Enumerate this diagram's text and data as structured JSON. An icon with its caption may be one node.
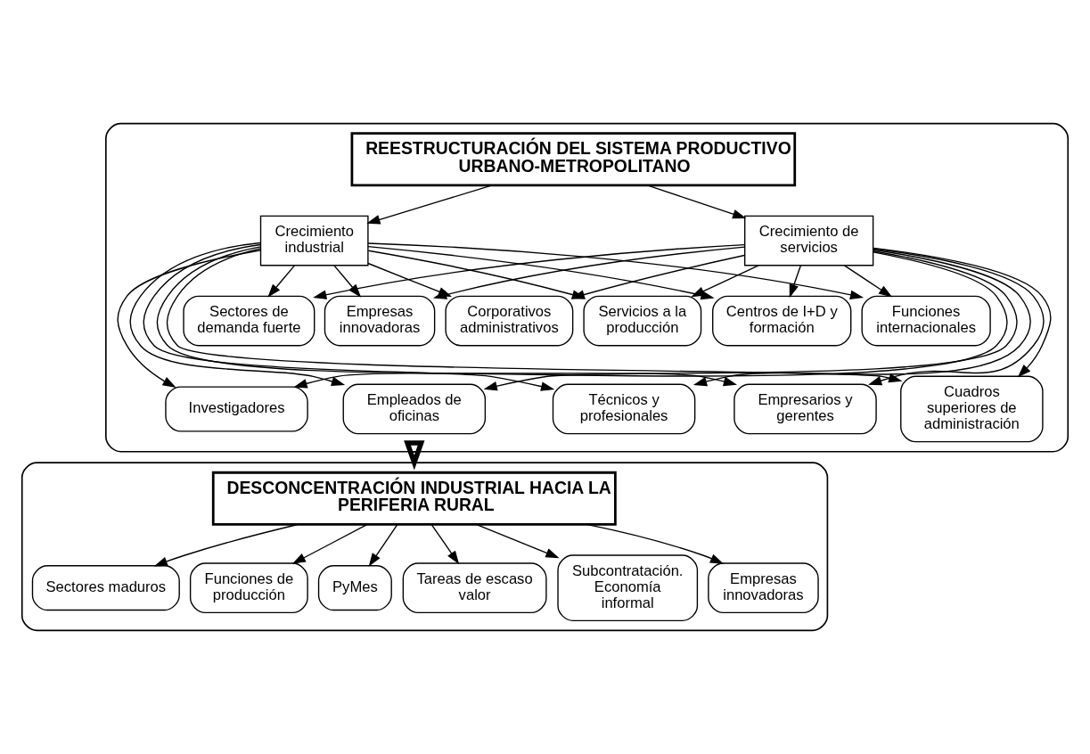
{
  "diagram": {
    "nodes": [
      {
        "text": [],
        "shape": "box"
      },
      {
        "text": [
          "REESTRUCTURACIÓN DEL SISTEMA PRODUCTIVO URBANO-METROPOLITANO"
        ],
        "in": 0
      },
      {
        "text": [
          "Crecimiento industrial"
        ],
        "in": 0
      },
      {
        "text": [
          "Crecimiento de servicios"
        ],
        "in": 0
      },
      {
        "text": [
          "Sectores de demanda fuerte"
        ],
        "in": 0
      },
      {
        "text": [
          "Empresas innovadoras"
        ],
        "in": 0
      },
      {
        "text": [
          "Corporativos administrativos"
        ],
        "in": 0
      },
      {
        "text": [
          "Servicios a la producción"
        ],
        "in": 0
      },
      {
        "text": [
          "Centros de I+D y formación"
        ],
        "in": 0
      },
      {
        "text": [
          "Funciones internacionales"
        ],
        "in": 0
      },
      {
        "text": [
          "Técnicos y profesionales"
        ],
        "in": 0
      },
      {
        "text": [
          "Empresarios y gerentes"
        ],
        "in": 0
      },
      {
        "text": [
          "Cuadros superiores de administración"
        ],
        "in": 0
      },
      {
        "text": [
          "Investigadores"
        ],
        "in": 0
      },
      {
        "text": [
          "Empleados de oficinas"
        ],
        "in": 0
      },
      {
        "text": [],
        "shape": "box"
      },
      {
        "text": [
          "DESCONCENTRACIÓN INDUSTRIAL HACIA LA PERIFERIA RURAL"
        ],
        "in": 15
      },
      {
        "text": [
          "Sectores maduros"
        ],
        "in": 15
      },
      {
        "text": [
          "Funciones de producción"
        ],
        "in": 15
      },
      {
        "text": [
          "PyMes"
        ],
        "in": 15
      },
      {
        "text": [
          "Tareas de escaso valor"
        ],
        "in": 15
      },
      {
        "text": [
          "Subcontratación. Economía informal"
        ],
        "in": 15
      },
      {
        "text": [
          "Empresas innovadoras"
        ],
        "in": 15
      }
    ],
    "edges": [
      {
        "from": 1,
        "to": 2,
        "arrow": "to"
      },
      {
        "from": 1,
        "to": 3,
        "arrow": "to"
      },
      {
        "from": 2,
        "to": 4,
        "arrow": "to"
      },
      {
        "from": 2,
        "to": 5,
        "arrow": "to"
      },
      {
        "from": 2,
        "to": 6,
        "arrow": "to"
      },
      {
        "from": 2,
        "to": 7,
        "arrow": "to"
      },
      {
        "from": 2,
        "to": 8,
        "arrow": "to"
      },
      {
        "from": 2,
        "to": 9,
        "arrow": "to"
      },
      {
        "from": 2,
        "to": 10,
        "arrow": "to"
      },
      {
        "from": 2,
        "to": 11,
        "arrow": "to"
      },
      {
        "from": 2,
        "to": 12,
        "arrow": "to"
      },
      {
        "from": 2,
        "to": 13,
        "arrow": "to"
      },
      {
        "from": 2,
        "to": 14,
        "arrow": "to"
      },
      {
        "from": 3,
        "to": 4,
        "arrow": "to"
      },
      {
        "from": 3,
        "to": 5,
        "arrow": "to"
      },
      {
        "from": 3,
        "to": 6,
        "arrow": "to"
      },
      {
        "from": 3,
        "to": 7,
        "arrow": "to"
      },
      {
        "from": 3,
        "to": 8,
        "arrow": "to"
      },
      {
        "from": 3,
        "to": 9,
        "arrow": "to"
      },
      {
        "from": 3,
        "to": 10,
        "arrow": "to"
      },
      {
        "from": 3,
        "to": 11,
        "arrow": "to"
      },
      {
        "from": 3,
        "to": 12,
        "arrow": "to"
      },
      {
        "from": 3,
        "to": 13,
        "arrow": "to"
      },
      {
        "from": 3,
        "to": 14,
        "arrow": "to"
      },
      {
        "from": 0,
        "to": 15,
        "arrow": "to",
        "style": "thick"
      },
      {
        "from": 16,
        "to": 17,
        "arrow": "to"
      },
      {
        "from": 16,
        "to": 18,
        "arrow": "to"
      },
      {
        "from": 16,
        "to": 19,
        "arrow": "to"
      },
      {
        "from": 16,
        "to": 20,
        "arrow": "to"
      },
      {
        "from": 16,
        "to": 21,
        "arrow": "to"
      },
      {
        "from": 16,
        "to": 22,
        "arrow": "to"
      }
    ]
  }
}
